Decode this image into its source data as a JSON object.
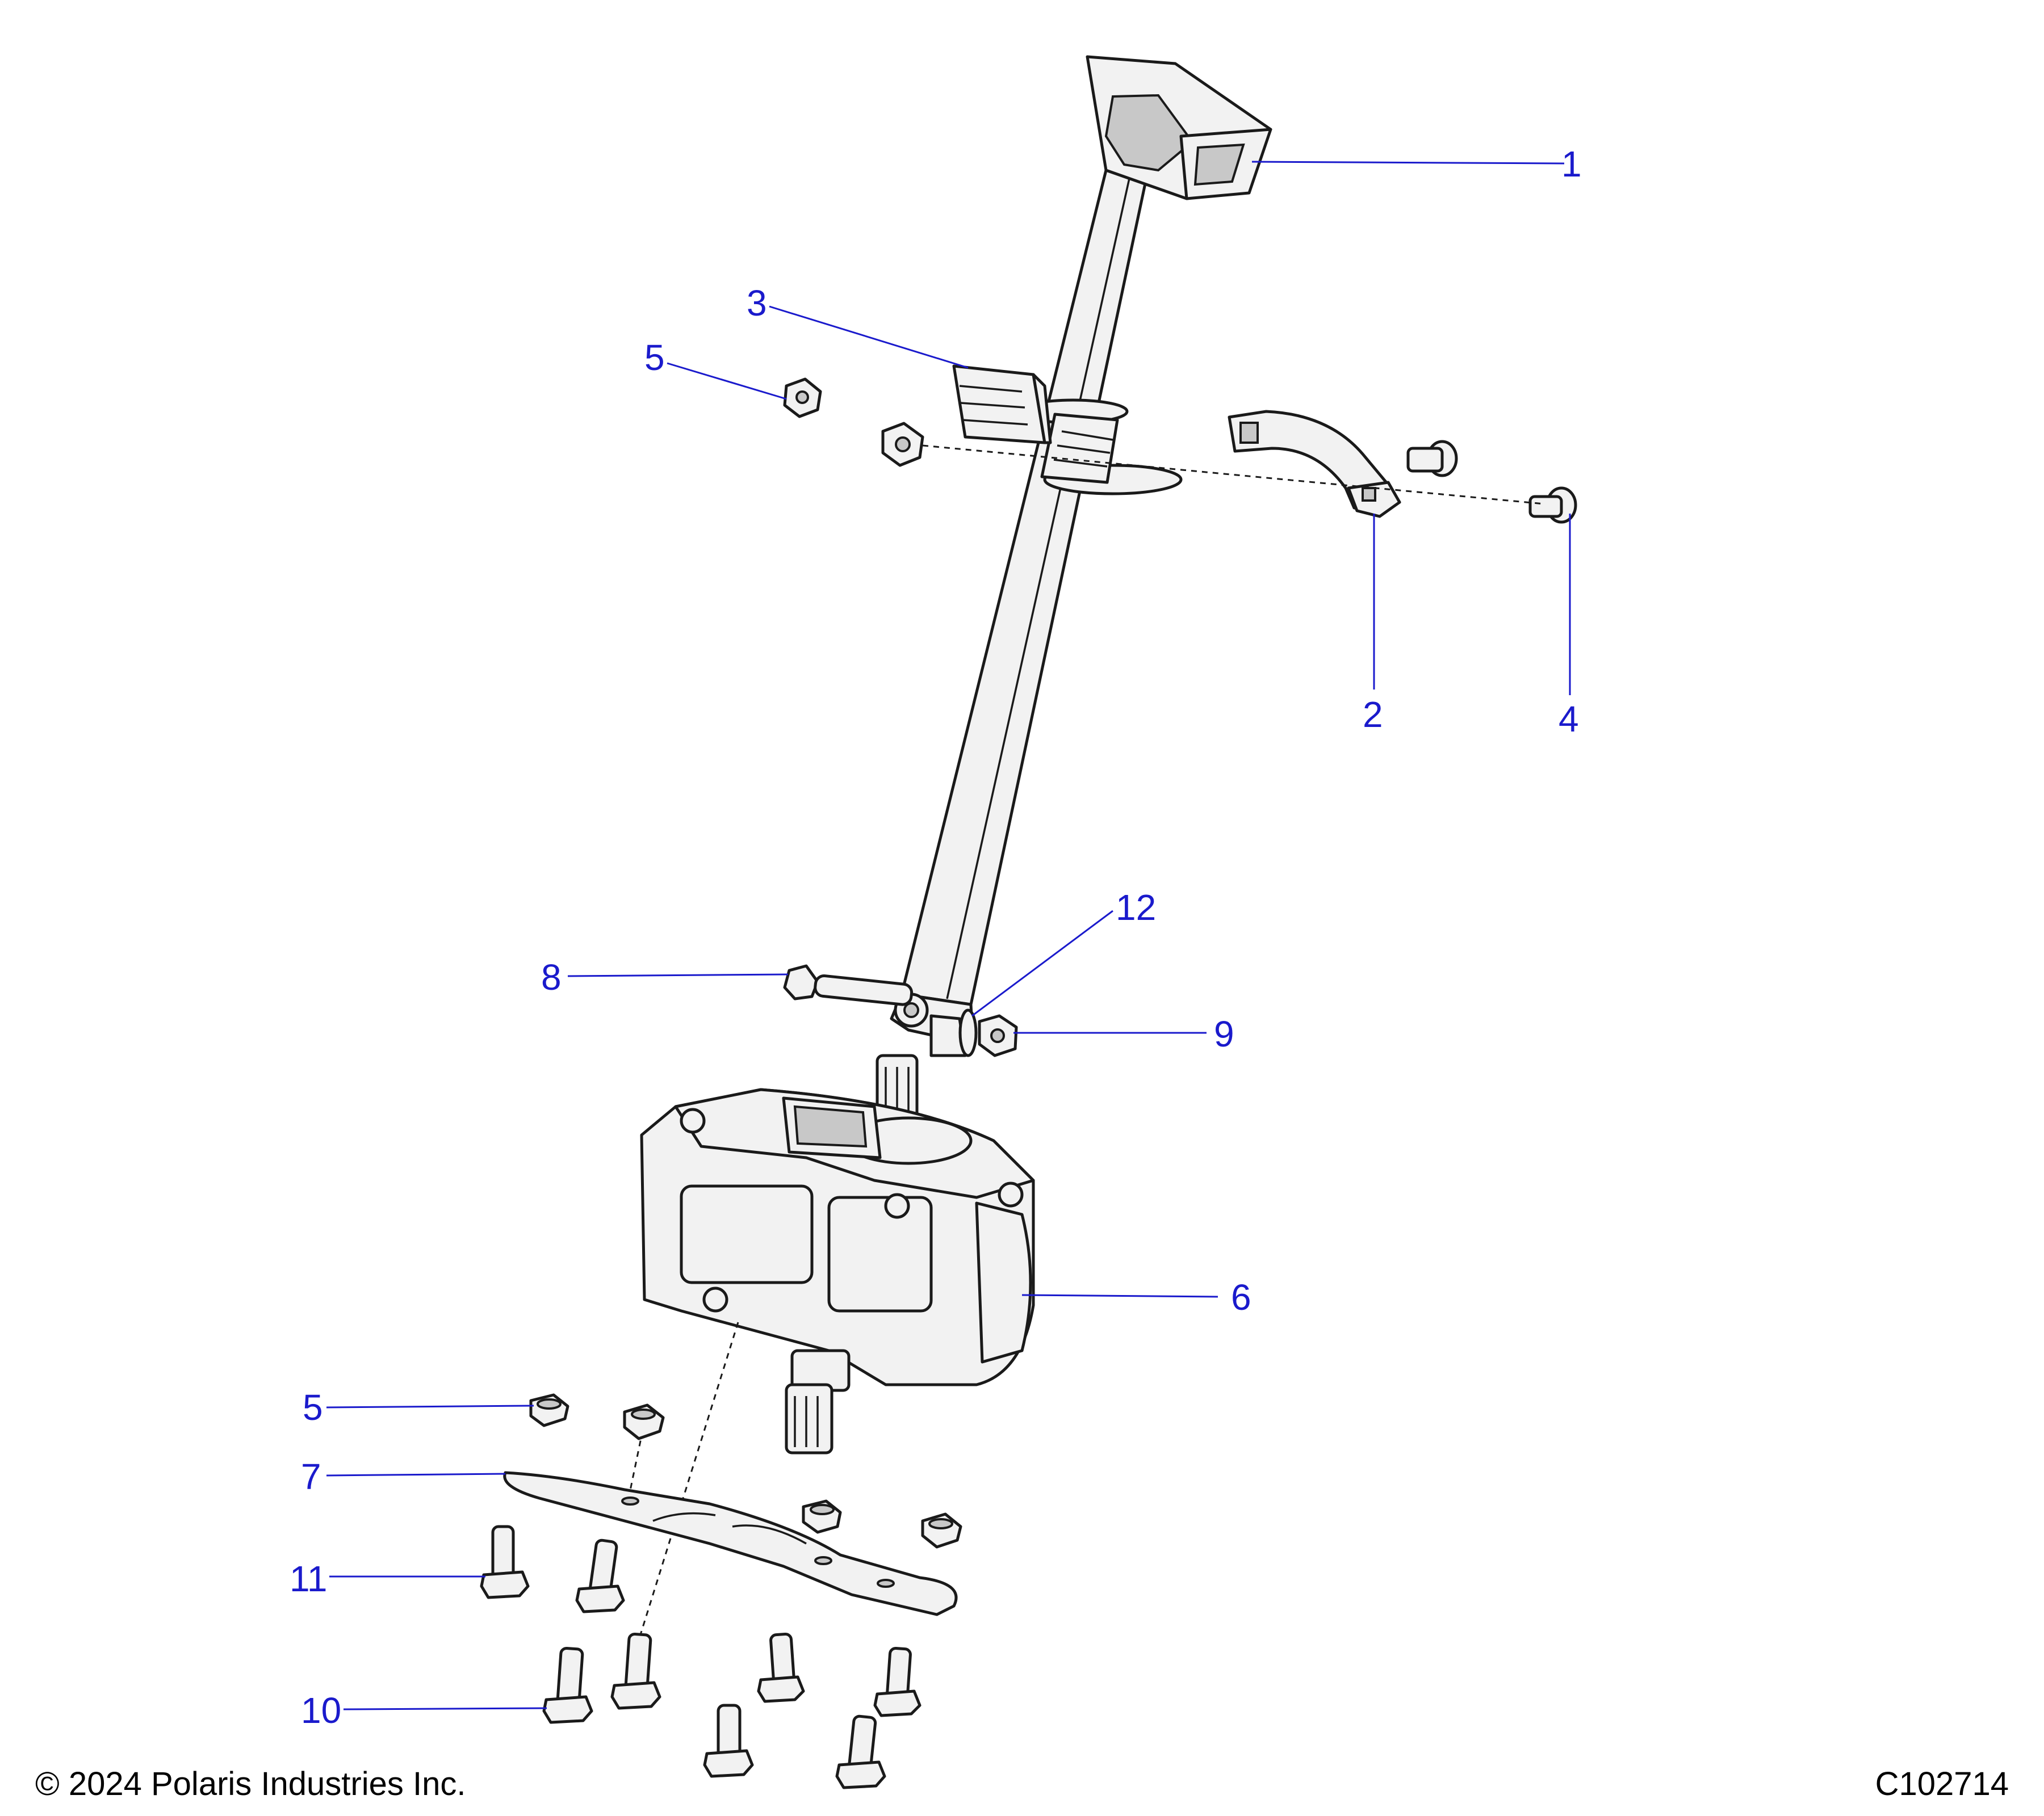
{
  "callouts": {
    "c1": "1",
    "c2": "2",
    "c3": "3",
    "c4": "4",
    "c5_upper": "5",
    "c5_lower": "5",
    "c6": "6",
    "c7": "7",
    "c8": "8",
    "c9": "9",
    "c10": "10",
    "c11": "11",
    "c12": "12"
  },
  "footer": {
    "copyright": "© 2024 Polaris Industries Inc.",
    "code": "C102714"
  },
  "colors": {
    "callout": "#1a1acc",
    "line": "#1a1a1a",
    "part_fill": "#f2f2f2"
  }
}
